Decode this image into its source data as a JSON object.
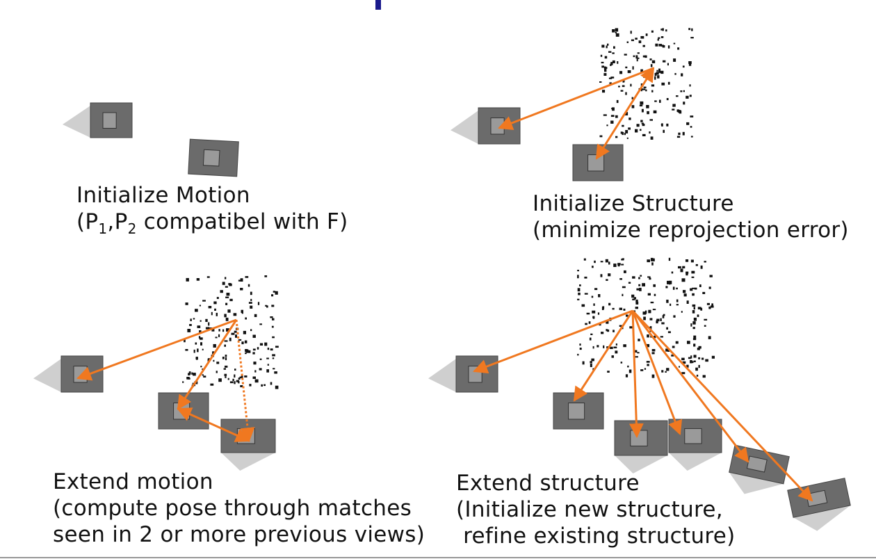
{
  "panels": {
    "top_left": {
      "line1": "Initialize Motion",
      "line2_prefix": "(P",
      "sub1": "1",
      "line2_mid": ",P",
      "sub2": "2",
      "line2_suffix": " compatibel with F)"
    },
    "top_right": {
      "line1": "Initialize Structure",
      "line2": "(minimize reprojection error)"
    },
    "bottom_left": {
      "line1": "Extend motion",
      "line2": "(compute pose through matches",
      "line3": "seen in 2 or more previous views)"
    },
    "bottom_right": {
      "line1": "Extend structure",
      "line2": "(Initialize new structure,",
      "line3": " refine existing structure)"
    }
  },
  "colors": {
    "arrow": "#f07820",
    "point": "#111111",
    "frustum": "#cfcfcf",
    "image": "#6b6b6b",
    "marker": "#1a1a8c",
    "divider": "#999999"
  }
}
